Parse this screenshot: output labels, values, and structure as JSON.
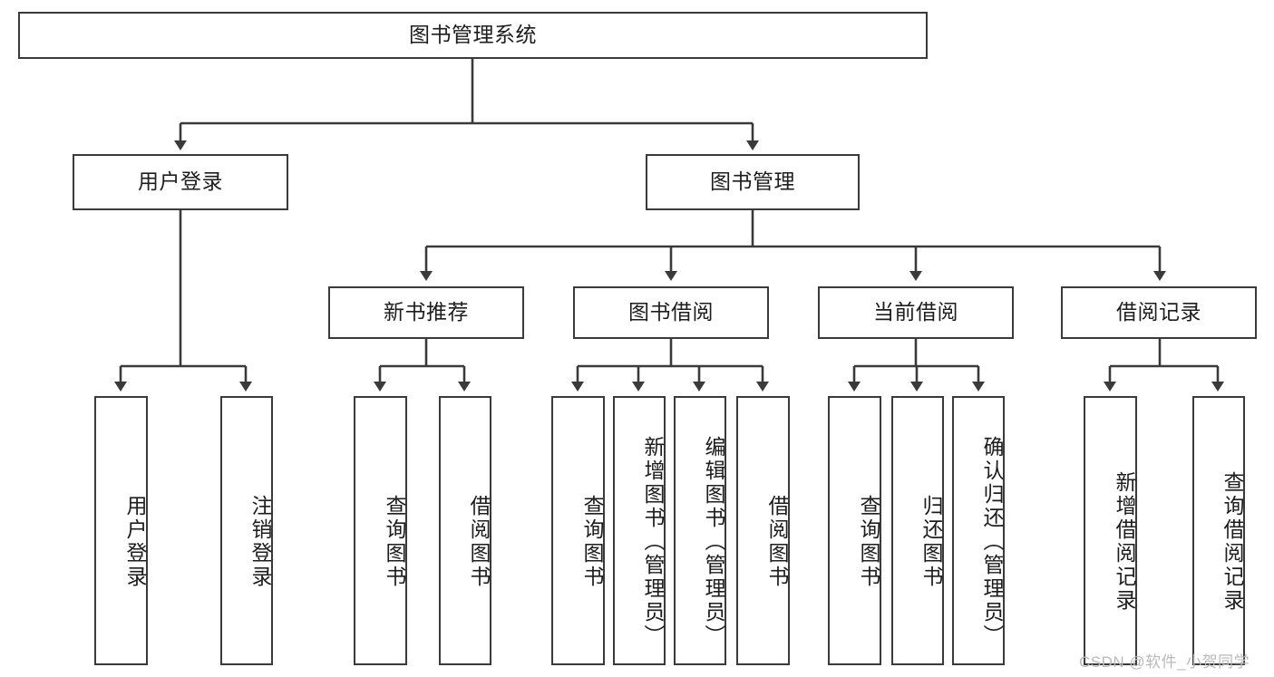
{
  "diagram": {
    "type": "hierarchy-tree",
    "title_node": {
      "label": "图书管理系统"
    },
    "level2": [
      {
        "id": "user-login",
        "label": "用户登录"
      },
      {
        "id": "book-management",
        "label": "图书管理"
      }
    ],
    "level3": [
      {
        "id": "new-book-recommend",
        "label": "新书推荐"
      },
      {
        "id": "book-borrow",
        "label": "图书借阅"
      },
      {
        "id": "current-borrow",
        "label": "当前借阅"
      },
      {
        "id": "borrow-record",
        "label": "借阅记录"
      }
    ],
    "leaves": [
      {
        "id": "leaf-user-login",
        "label": "用户登录",
        "parent": "user-login"
      },
      {
        "id": "leaf-logout-login",
        "label": "注销登录",
        "parent": "user-login"
      },
      {
        "id": "leaf-query-book-1",
        "label": "查询图书",
        "parent": "new-book-recommend"
      },
      {
        "id": "leaf-borrow-book-1",
        "label": "借阅图书",
        "parent": "new-book-recommend"
      },
      {
        "id": "leaf-query-book-2",
        "label": "查询图书",
        "parent": "book-borrow"
      },
      {
        "id": "leaf-add-book",
        "label": "新增图书（管理员）",
        "parent": "book-borrow"
      },
      {
        "id": "leaf-edit-book",
        "label": "编辑图书（管理员）",
        "parent": "book-borrow"
      },
      {
        "id": "leaf-borrow-book-2",
        "label": "借阅图书",
        "parent": "book-borrow"
      },
      {
        "id": "leaf-query-book-3",
        "label": "查询图书",
        "parent": "current-borrow"
      },
      {
        "id": "leaf-return-book",
        "label": "归还图书",
        "parent": "current-borrow"
      },
      {
        "id": "leaf-confirm-return",
        "label": "确认归还（管理员）",
        "parent": "current-borrow"
      },
      {
        "id": "leaf-add-record",
        "label": "新增借阅记录",
        "parent": "borrow-record"
      },
      {
        "id": "leaf-query-record",
        "label": "查询借阅记录",
        "parent": "borrow-record"
      }
    ],
    "watermark": "CSDN @软件_小贺同学",
    "colors": {
      "box_border": "#3a3a3a",
      "box_fill": "#ffffff",
      "connector": "#3a3a3a",
      "text": "#1d1d1d",
      "watermark": "#b9b9b9",
      "background": "#ffffff"
    }
  }
}
